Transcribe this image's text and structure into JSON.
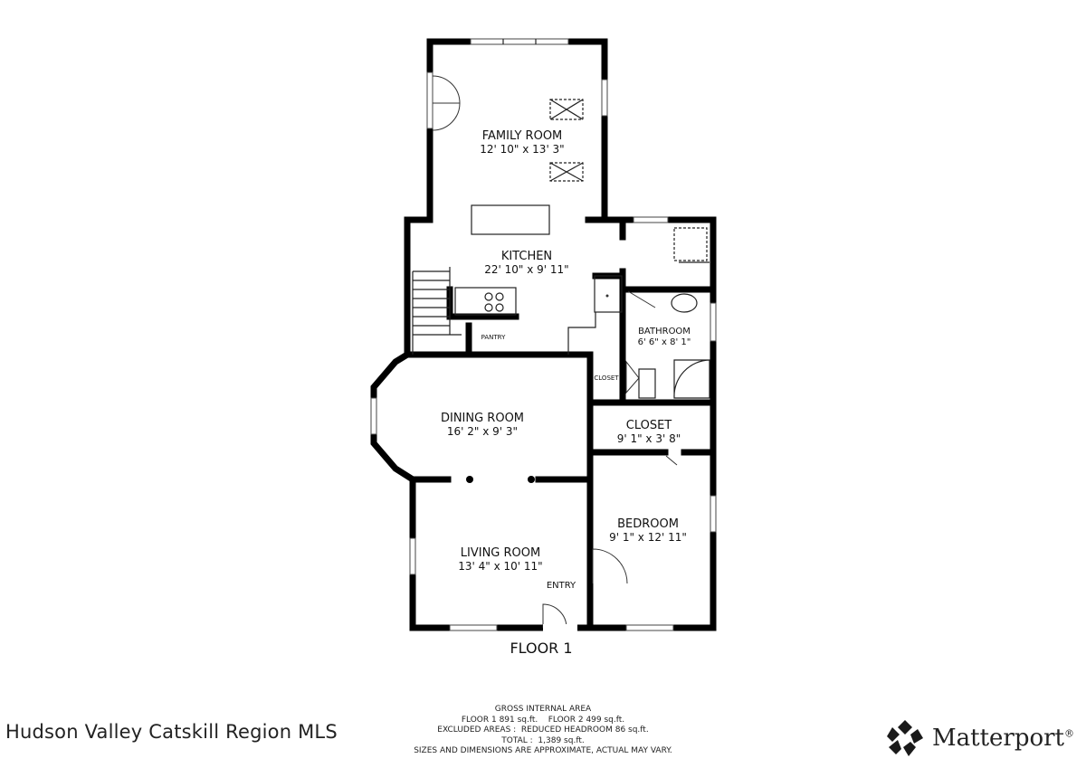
{
  "rooms": {
    "family_room": {
      "name": "FAMILY ROOM",
      "dims": "12' 10\" x 13' 3\""
    },
    "kitchen": {
      "name": "KITCHEN",
      "dims": "22' 10\" x 9' 11\""
    },
    "pantry": {
      "name": "PANTRY"
    },
    "bathroom": {
      "name": "BATHROOM",
      "dims": "6' 6\" x 8' 1\""
    },
    "closet_small": {
      "name": "CLOSET"
    },
    "dining_room": {
      "name": "DINING ROOM",
      "dims": "16' 2\" x 9' 3\""
    },
    "closet": {
      "name": "CLOSET",
      "dims": "9' 1\" x 3' 8\""
    },
    "bedroom": {
      "name": "BEDROOM",
      "dims": "9' 1\" x 12' 11\""
    },
    "living_room": {
      "name": "LIVING ROOM",
      "dims": "13' 4\" x 10' 11\""
    },
    "entry": {
      "name": "ENTRY"
    }
  },
  "floor_label": "FLOOR 1",
  "area": {
    "heading": "GROSS INTERNAL AREA",
    "floors": "FLOOR 1 891 sq.ft.    FLOOR 2 499 sq.ft.",
    "excluded": "EXCLUDED AREAS :  REDUCED HEADROOM 86 sq.ft.",
    "total": "TOTAL :  1,389 sq.ft.",
    "disclaimer": "SIZES AND DIMENSIONS ARE APPROXIMATE, ACTUAL MAY VARY."
  },
  "watermark": "Hudson Valley Catskill Region MLS",
  "brand": {
    "name": "Matterport",
    "trademark": "®",
    "logo_icon": "matterport-logo-icon"
  }
}
